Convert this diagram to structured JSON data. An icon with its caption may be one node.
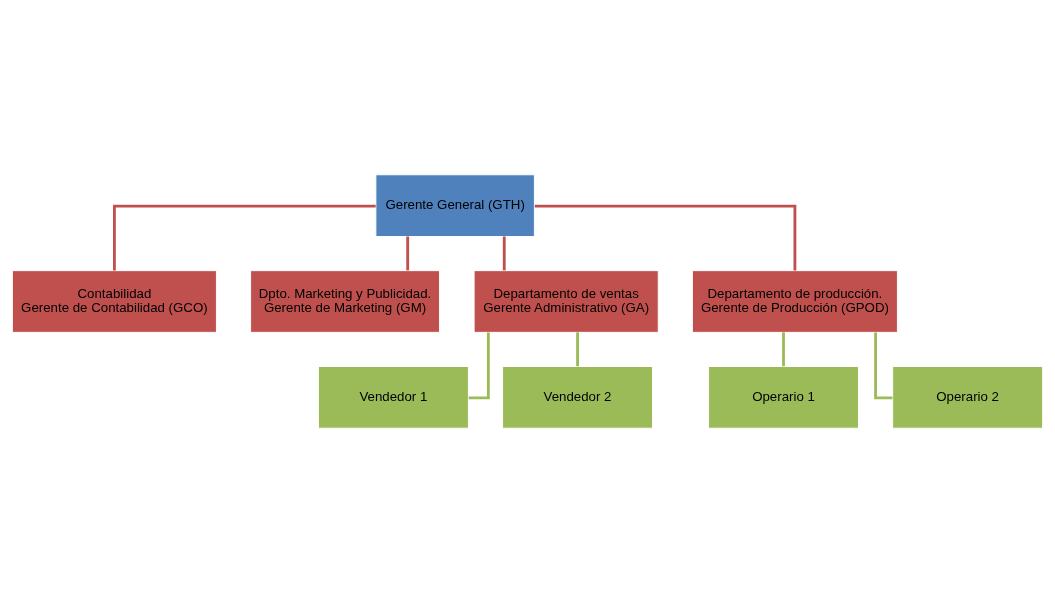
{
  "diagram": {
    "nodes": [
      {
        "text": [
          "Gerente General (GTH)"
        ]
      },
      {
        "text": [
          "Contabilidad",
          "Gerente de Contabilidad (GCO)"
        ]
      },
      {
        "text": [
          "Dpto. Marketing y Publicidad.",
          "Gerente de Marketing (GM)"
        ]
      },
      {
        "text": [
          "Departamento de ventas",
          "Gerente Administrativo (GA)"
        ]
      },
      {
        "text": [
          "Departamento de producción.",
          "Gerente de Producción (GPOD)"
        ]
      },
      {
        "text": [
          "Vendedor 1"
        ]
      },
      {
        "text": [
          "Vendedor 2"
        ]
      },
      {
        "text": [
          "Operario 1"
        ]
      },
      {
        "text": [
          "Operario 2"
        ]
      }
    ],
    "edges": [
      {
        "from": 0,
        "to": 1,
        "arrow": "none",
        "color": "#c0504d"
      },
      {
        "from": 0,
        "to": 2,
        "arrow": "none",
        "color": "#c0504d"
      },
      {
        "from": 0,
        "to": 3,
        "arrow": "none",
        "color": "#c0504d"
      },
      {
        "from": 0,
        "to": 4,
        "arrow": "none",
        "color": "#c0504d"
      },
      {
        "from": 3,
        "to": 5,
        "arrow": "none",
        "color": "#9bbb59"
      },
      {
        "from": 3,
        "to": 6,
        "arrow": "none",
        "color": "#9bbb59"
      },
      {
        "from": 4,
        "to": 7,
        "arrow": "none",
        "color": "#9bbb59"
      },
      {
        "from": 4,
        "to": 8,
        "arrow": "none",
        "color": "#9bbb59"
      }
    ]
  }
}
